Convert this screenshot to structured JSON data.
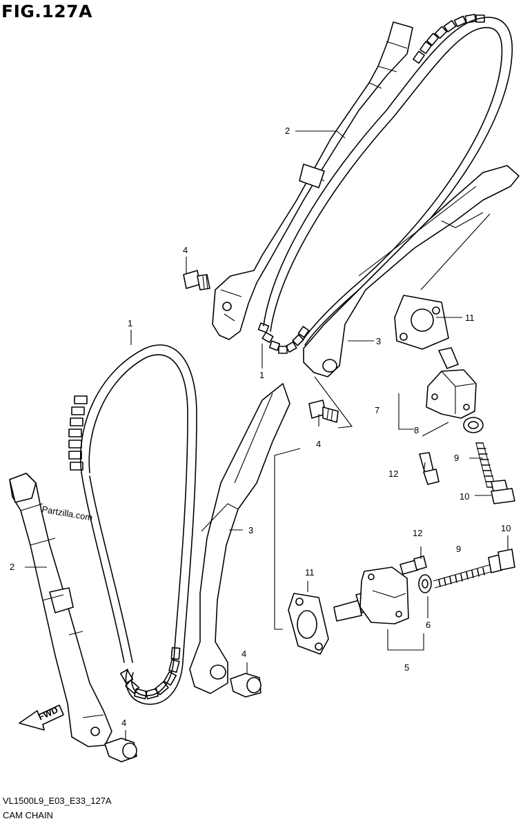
{
  "figure": {
    "title": "FIG.127A",
    "code": "VL1500L9_E03_E33_127A",
    "name": "CAM CHAIN",
    "watermark": "Partzilla.com"
  },
  "callouts": {
    "c1a": "1",
    "c1b": "1",
    "c2a": "2",
    "c2b": "2",
    "c3a": "3",
    "c3b": "3",
    "c4a": "4",
    "c4b": "4",
    "c4c": "4",
    "c4d": "4",
    "c5": "5",
    "c6": "6",
    "c7": "7",
    "c8": "8",
    "c9a": "9",
    "c9b": "9",
    "c10a": "10",
    "c10b": "10",
    "c11a": "11",
    "c11b": "11",
    "c12a": "12",
    "c12b": "12"
  },
  "fwd_arrow": {
    "label": "FWD",
    "icon": "fwd-arrow-icon"
  }
}
